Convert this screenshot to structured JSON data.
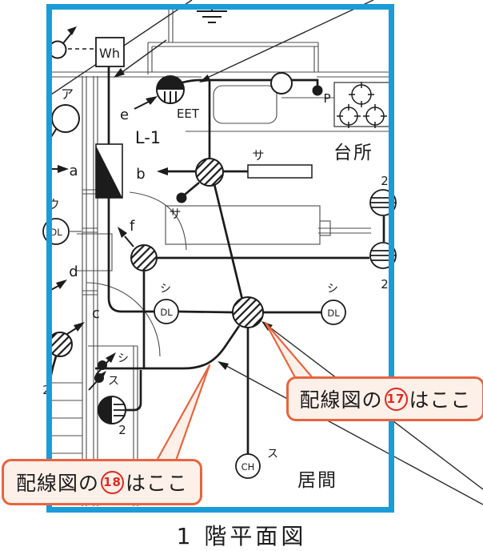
{
  "colors": {
    "frame_blue": "#1a9cd8",
    "annotation_red": "#e8643e",
    "annotation_fill": "#fdf0e9",
    "number_red": "#e02a20",
    "ink": "#1c1c1c"
  },
  "caption": "1 階平面図",
  "rooms": {
    "kitchen": "台所",
    "living": "居間"
  },
  "callouts": {
    "c17": {
      "prefix": "配線図の",
      "number": "17",
      "suffix": "はここ"
    },
    "c18": {
      "prefix": "配線図の",
      "number": "18",
      "suffix": "はここ"
    }
  },
  "labels": {
    "wh": "Wh",
    "eet": "EET",
    "l1": "L-1",
    "a": "a",
    "b": "b",
    "c": "c",
    "d": "d",
    "e": "e",
    "f": "f",
    "p": "P",
    "ch": "CH",
    "dl": "DL",
    "sa": "サ",
    "shi": "シ",
    "su": "ス",
    "two": "2",
    "katakana_a": "ア",
    "katakana_u": "ウ"
  }
}
